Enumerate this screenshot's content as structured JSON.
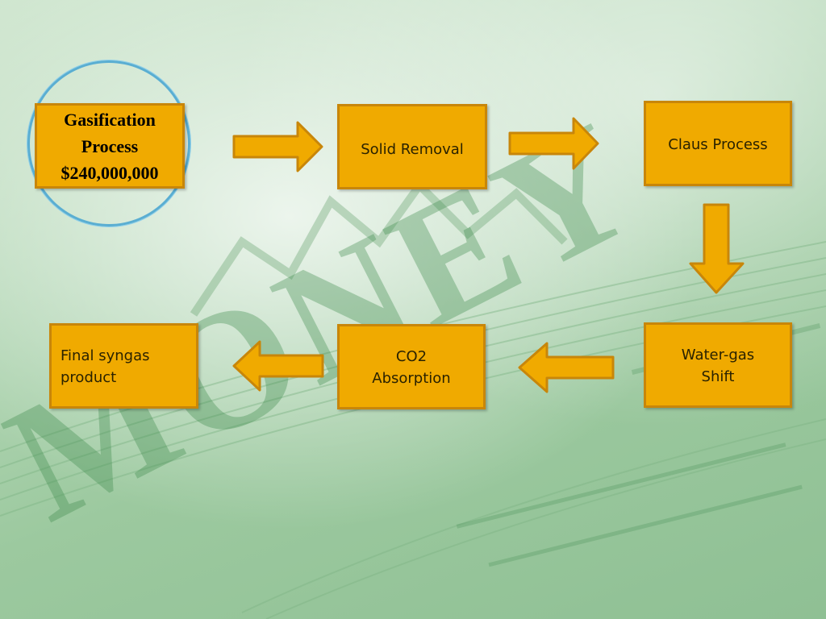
{
  "diagram": {
    "nodes": [
      {
        "id": "gasification",
        "text": "Gasification\nProcess\n$240,000,000",
        "highlighted": true
      },
      {
        "id": "solid",
        "text": "Solid Removal"
      },
      {
        "id": "claus",
        "text": "Claus Process"
      },
      {
        "id": "water",
        "text": "Water-gas\nShift"
      },
      {
        "id": "co2",
        "text": "CO2\nAbsorption"
      },
      {
        "id": "final",
        "text": "Final syngas\nproduct"
      }
    ],
    "edges": [
      {
        "from": "gasification",
        "to": "solid"
      },
      {
        "from": "solid",
        "to": "claus"
      },
      {
        "from": "claus",
        "to": "water"
      },
      {
        "from": "water",
        "to": "co2"
      },
      {
        "from": "co2",
        "to": "final"
      }
    ],
    "background_watermark_text": "MONEY",
    "colors": {
      "box_fill": "#f0aa00",
      "box_border": "#c8860a",
      "highlight_circle": "#5aaed2",
      "background": "#b7d9b9"
    }
  }
}
